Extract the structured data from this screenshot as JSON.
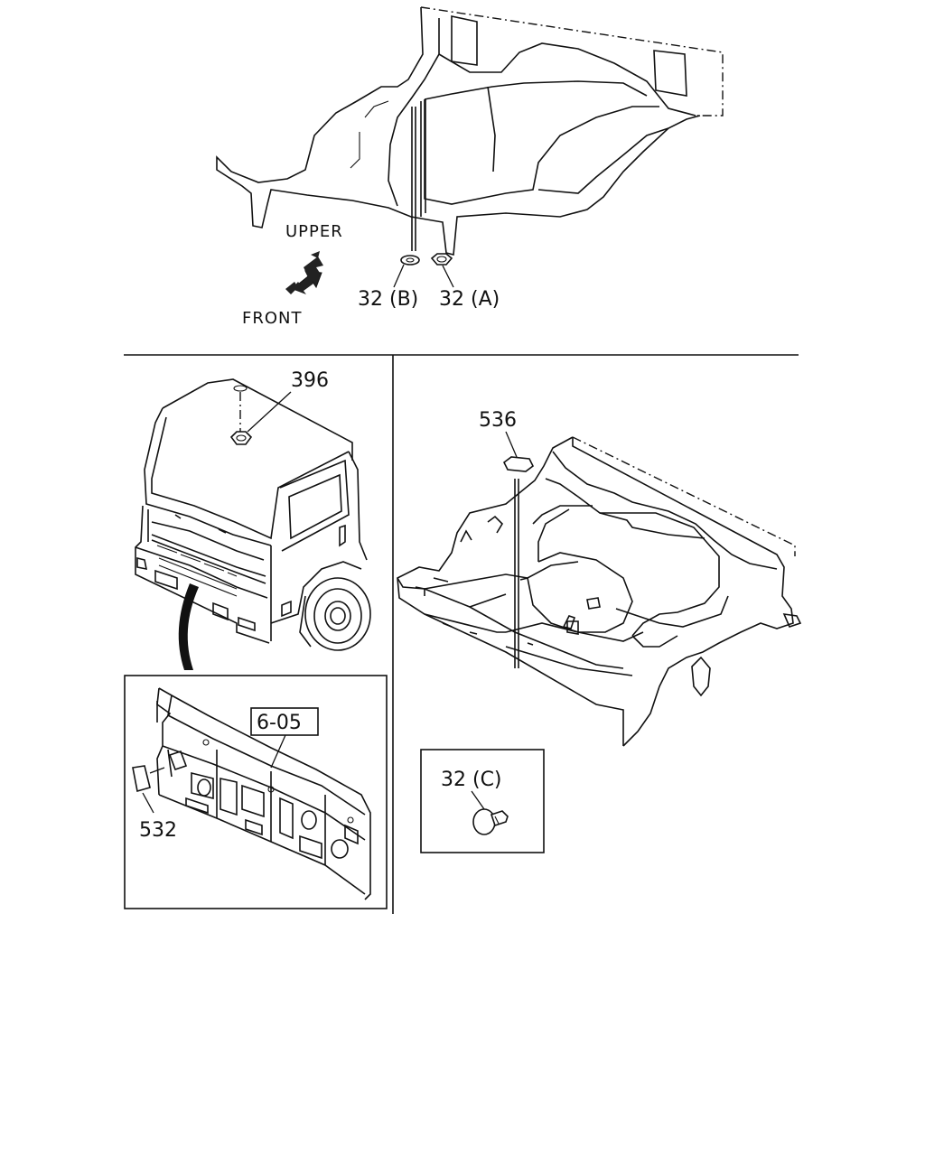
{
  "labels": {
    "upper": "UPPER",
    "front": "FRONT",
    "part_32b": "32 (B)",
    "part_32a": "32 (A)",
    "part_396": "396",
    "part_536": "536",
    "part_605": "6-05",
    "part_532": "532",
    "part_32c": "32 (C)"
  }
}
